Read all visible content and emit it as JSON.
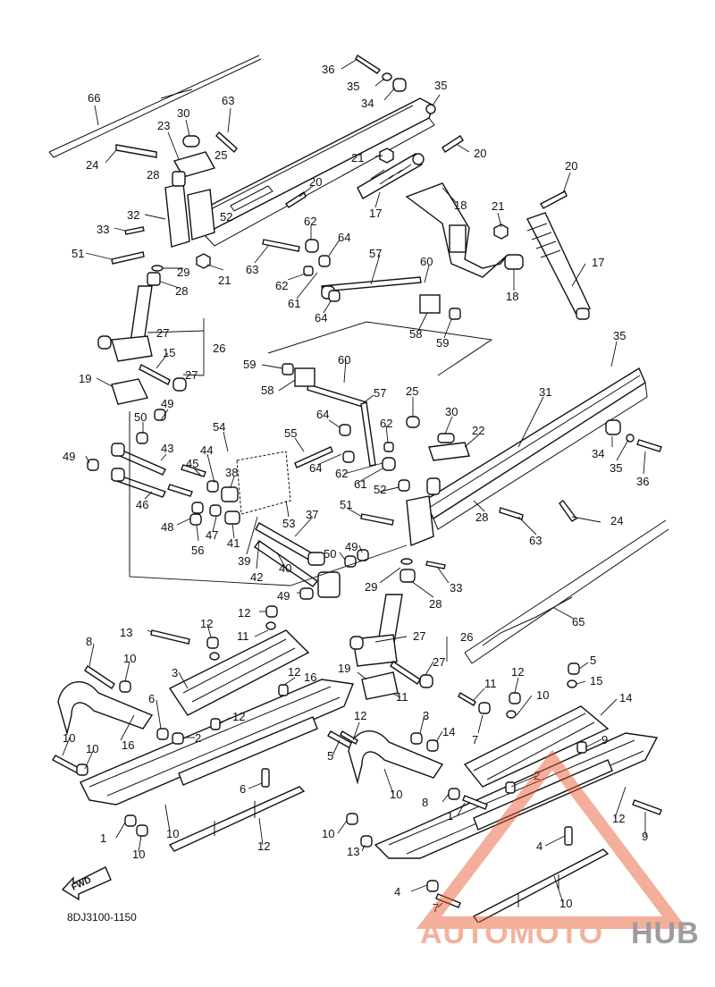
{
  "diagram_ref": "8DJ3100-1150",
  "fwd_label": "FWD",
  "watermark": {
    "part1": "AUTOMOTO",
    "part2": "HUB",
    "color_primary": "#e8532b",
    "color_secondary": "#6e6e6e"
  },
  "labels": [
    {
      "id": "66",
      "text": "66"
    },
    {
      "id": "30a",
      "text": "30"
    },
    {
      "id": "63a",
      "text": "63"
    },
    {
      "id": "23",
      "text": "23"
    },
    {
      "id": "24a",
      "text": "24"
    },
    {
      "id": "25a",
      "text": "25"
    },
    {
      "id": "28a",
      "text": "28"
    },
    {
      "id": "36a",
      "text": "36"
    },
    {
      "id": "35a",
      "text": "35"
    },
    {
      "id": "34a",
      "text": "34"
    },
    {
      "id": "35b",
      "text": "35"
    },
    {
      "id": "20a",
      "text": "20"
    },
    {
      "id": "21a",
      "text": "21"
    },
    {
      "id": "18a",
      "text": "18"
    },
    {
      "id": "17a",
      "text": "17"
    },
    {
      "id": "20b",
      "text": "20"
    },
    {
      "id": "20c",
      "text": "20"
    },
    {
      "id": "21b",
      "text": "21"
    },
    {
      "id": "17b",
      "text": "17"
    },
    {
      "id": "52a",
      "text": "52"
    },
    {
      "id": "32",
      "text": "32"
    },
    {
      "id": "33a",
      "text": "33"
    },
    {
      "id": "51a",
      "text": "51"
    },
    {
      "id": "29a",
      "text": "29"
    },
    {
      "id": "21c",
      "text": "21"
    },
    {
      "id": "28b",
      "text": "28"
    },
    {
      "id": "62a",
      "text": "62"
    },
    {
      "id": "64a",
      "text": "64"
    },
    {
      "id": "63b",
      "text": "63"
    },
    {
      "id": "57a",
      "text": "57"
    },
    {
      "id": "60a",
      "text": "60"
    },
    {
      "id": "62b",
      "text": "62"
    },
    {
      "id": "61a",
      "text": "61"
    },
    {
      "id": "18b",
      "text": "18"
    },
    {
      "id": "64b",
      "text": "64"
    },
    {
      "id": "58a",
      "text": "58"
    },
    {
      "id": "59a",
      "text": "59"
    },
    {
      "id": "27a",
      "text": "27"
    },
    {
      "id": "15a",
      "text": "15"
    },
    {
      "id": "26a",
      "text": "26"
    },
    {
      "id": "27b",
      "text": "27"
    },
    {
      "id": "19a",
      "text": "19"
    },
    {
      "id": "35c",
      "text": "35"
    },
    {
      "id": "59b",
      "text": "59"
    },
    {
      "id": "60b",
      "text": "60"
    },
    {
      "id": "31",
      "text": "31"
    },
    {
      "id": "58b",
      "text": "58"
    },
    {
      "id": "57b",
      "text": "57"
    },
    {
      "id": "25b",
      "text": "25"
    },
    {
      "id": "50a",
      "text": "50"
    },
    {
      "id": "49a",
      "text": "49"
    },
    {
      "id": "30b",
      "text": "30"
    },
    {
      "id": "64c",
      "text": "64"
    },
    {
      "id": "62c",
      "text": "62"
    },
    {
      "id": "22",
      "text": "22"
    },
    {
      "id": "54",
      "text": "54"
    },
    {
      "id": "55",
      "text": "55"
    },
    {
      "id": "34b",
      "text": "34"
    },
    {
      "id": "35d",
      "text": "35"
    },
    {
      "id": "36b",
      "text": "36"
    },
    {
      "id": "49b",
      "text": "49"
    },
    {
      "id": "43",
      "text": "43"
    },
    {
      "id": "44",
      "text": "44"
    },
    {
      "id": "64d",
      "text": "64"
    },
    {
      "id": "62d",
      "text": "62"
    },
    {
      "id": "45",
      "text": "45"
    },
    {
      "id": "38",
      "text": "38"
    },
    {
      "id": "61b",
      "text": "61"
    },
    {
      "id": "52b",
      "text": "52"
    },
    {
      "id": "46",
      "text": "46"
    },
    {
      "id": "28c",
      "text": "28"
    },
    {
      "id": "24b",
      "text": "24"
    },
    {
      "id": "51b",
      "text": "51"
    },
    {
      "id": "48",
      "text": "48"
    },
    {
      "id": "53",
      "text": "53"
    },
    {
      "id": "63c",
      "text": "63"
    },
    {
      "id": "37",
      "text": "37"
    },
    {
      "id": "47",
      "text": "47"
    },
    {
      "id": "56",
      "text": "56"
    },
    {
      "id": "41",
      "text": "41"
    },
    {
      "id": "39",
      "text": "39"
    },
    {
      "id": "50b",
      "text": "50"
    },
    {
      "id": "49c",
      "text": "49"
    },
    {
      "id": "42",
      "text": "42"
    },
    {
      "id": "40",
      "text": "40"
    },
    {
      "id": "29b",
      "text": "29"
    },
    {
      "id": "33b",
      "text": "33"
    },
    {
      "id": "28d",
      "text": "28"
    },
    {
      "id": "49d",
      "text": "49"
    },
    {
      "id": "65",
      "text": "65"
    },
    {
      "id": "12a",
      "text": "12"
    },
    {
      "id": "13a",
      "text": "13"
    },
    {
      "id": "12b",
      "text": "12"
    },
    {
      "id": "11a",
      "text": "11"
    },
    {
      "id": "27c",
      "text": "27"
    },
    {
      "id": "26b",
      "text": "26"
    },
    {
      "id": "8a",
      "text": "8"
    },
    {
      "id": "10a",
      "text": "10"
    },
    {
      "id": "3a",
      "text": "3"
    },
    {
      "id": "19b",
      "text": "19"
    },
    {
      "id": "27d",
      "text": "27"
    },
    {
      "id": "12c",
      "text": "12"
    },
    {
      "id": "12d",
      "text": "12"
    },
    {
      "id": "5a",
      "text": "5"
    },
    {
      "id": "16a",
      "text": "16"
    },
    {
      "id": "11b",
      "text": "11"
    },
    {
      "id": "15b",
      "text": "15"
    },
    {
      "id": "11c",
      "text": "11"
    },
    {
      "id": "10b",
      "text": "10"
    },
    {
      "id": "6a",
      "text": "6"
    },
    {
      "id": "12e",
      "text": "12"
    },
    {
      "id": "2a",
      "text": "2"
    },
    {
      "id": "16b",
      "text": "16"
    },
    {
      "id": "12f",
      "text": "12"
    },
    {
      "id": "3b",
      "text": "3"
    },
    {
      "id": "14a",
      "text": "14"
    },
    {
      "id": "7a",
      "text": "7"
    },
    {
      "id": "10c",
      "text": "10"
    },
    {
      "id": "10d",
      "text": "10"
    },
    {
      "id": "14b",
      "text": "14"
    },
    {
      "id": "5b",
      "text": "5"
    },
    {
      "id": "9a",
      "text": "9"
    },
    {
      "id": "6b",
      "text": "6"
    },
    {
      "id": "2b",
      "text": "2"
    },
    {
      "id": "10e",
      "text": "10"
    },
    {
      "id": "8b",
      "text": "8"
    },
    {
      "id": "1a",
      "text": "1"
    },
    {
      "id": "12g",
      "text": "12"
    },
    {
      "id": "10f",
      "text": "10"
    },
    {
      "id": "1b",
      "text": "1"
    },
    {
      "id": "10g",
      "text": "10"
    },
    {
      "id": "13b",
      "text": "13"
    },
    {
      "id": "9b",
      "text": "9"
    },
    {
      "id": "4a",
      "text": "4"
    },
    {
      "id": "12h",
      "text": "12"
    },
    {
      "id": "10h",
      "text": "10"
    },
    {
      "id": "4b",
      "text": "4"
    },
    {
      "id": "10i",
      "text": "10"
    },
    {
      "id": "7b",
      "text": "7"
    }
  ]
}
